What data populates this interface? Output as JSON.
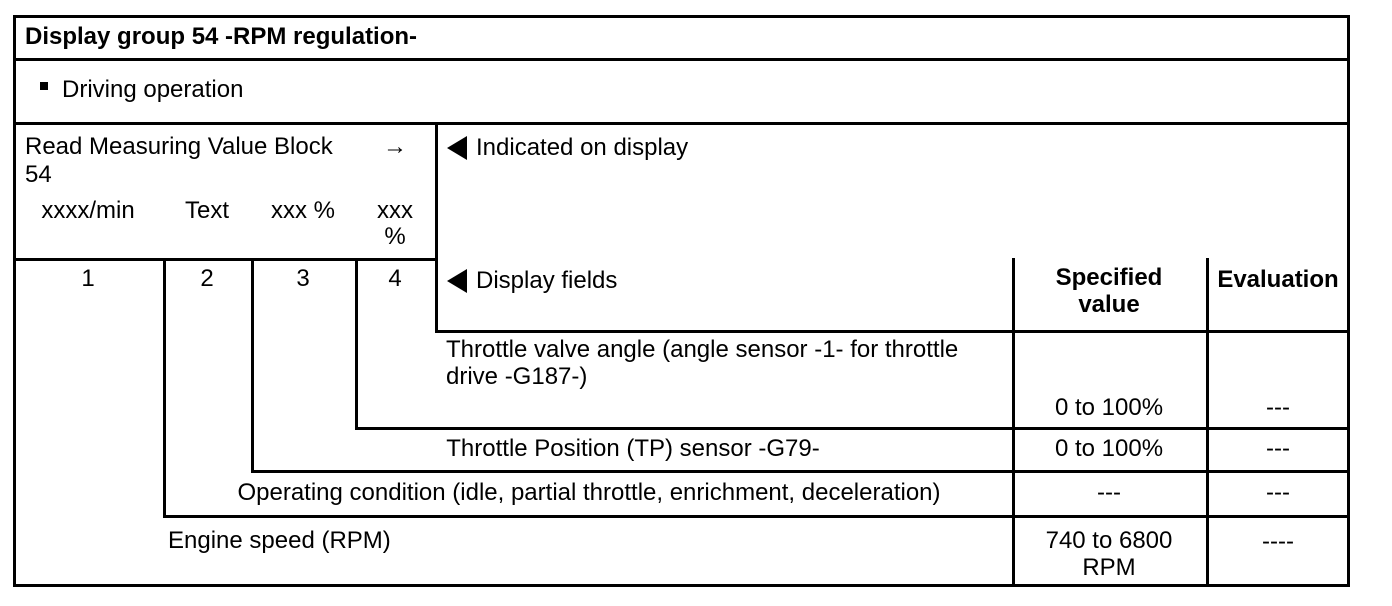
{
  "page": {
    "background": "#ffffff",
    "ink": "#000000"
  },
  "table": {
    "title": "Display group 54 -RPM regulation-",
    "operation_mode": {
      "marker": "•",
      "label": "Driving operation"
    },
    "read_block": {
      "label": "Read Measuring Value Block 54",
      "arrow": "→",
      "units": [
        "xxxx/min",
        "Text",
        "xxx %",
        "xxx %"
      ]
    },
    "indicated_on_display_label": "Indicated on display",
    "display_fields": {
      "numbers": [
        "1",
        "2",
        "3",
        "4"
      ],
      "label": "Display fields"
    },
    "columns": {
      "specified_value": "Specified value",
      "evaluation": "Evaluation"
    },
    "rows": [
      {
        "display_field": "4",
        "description": "Throttle valve angle (angle sensor -1- for throttle drive -G187-)",
        "specified_value": "0 to 100%",
        "evaluation": "---"
      },
      {
        "display_field": "3",
        "description": "Throttle Position (TP) sensor -G79-",
        "specified_value": "0 to 100%",
        "evaluation": "---"
      },
      {
        "display_field": "2",
        "description": "Operating condition (idle, partial throttle, enrichment, deceleration)",
        "specified_value": "---",
        "evaluation": "---"
      },
      {
        "display_field": "1",
        "description": "Engine speed (RPM)",
        "specified_value": "740 to 6800 RPM",
        "evaluation": "----"
      }
    ]
  }
}
